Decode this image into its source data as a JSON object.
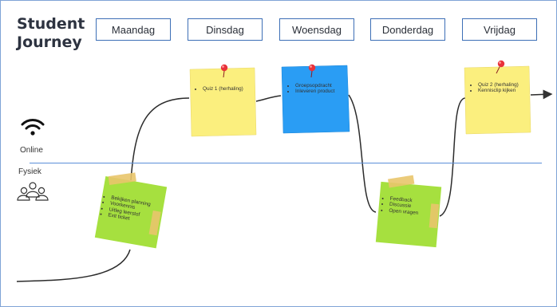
{
  "title_line1": "Student",
  "title_line2": "Journey",
  "days": [
    "Maandag",
    "Dinsdag",
    "Woensdag",
    "Donderdag",
    "Vrijdag"
  ],
  "lanes": {
    "online": "Online",
    "fysiek": "Fysiek"
  },
  "icons": {
    "online": "wifi-icon",
    "fysiek": "people-icon",
    "pin": "push-pin-icon",
    "tape": "tape-strip"
  },
  "colors": {
    "accent": "#3d6fb6",
    "note_yellow": "#fbef7e",
    "note_blue": "#2a9df4",
    "note_green": "#a6e03f",
    "pin": "#e8323a",
    "tape": "#e9c56b"
  },
  "notes": {
    "monday": [
      "Bekijken planning",
      "Voorkennis",
      "Uitleg leerstof",
      "Exit ticket"
    ],
    "tuesday": [
      "Quiz 1 (herhaling)"
    ],
    "wednesday": [
      "Groepsopdracht",
      "Inleveren product"
    ],
    "thursday": [
      "Feedback",
      "Discussie",
      "Open vragen"
    ],
    "friday": [
      "Quiz 2 (herhaling)",
      "Kennisclip kijken"
    ]
  }
}
